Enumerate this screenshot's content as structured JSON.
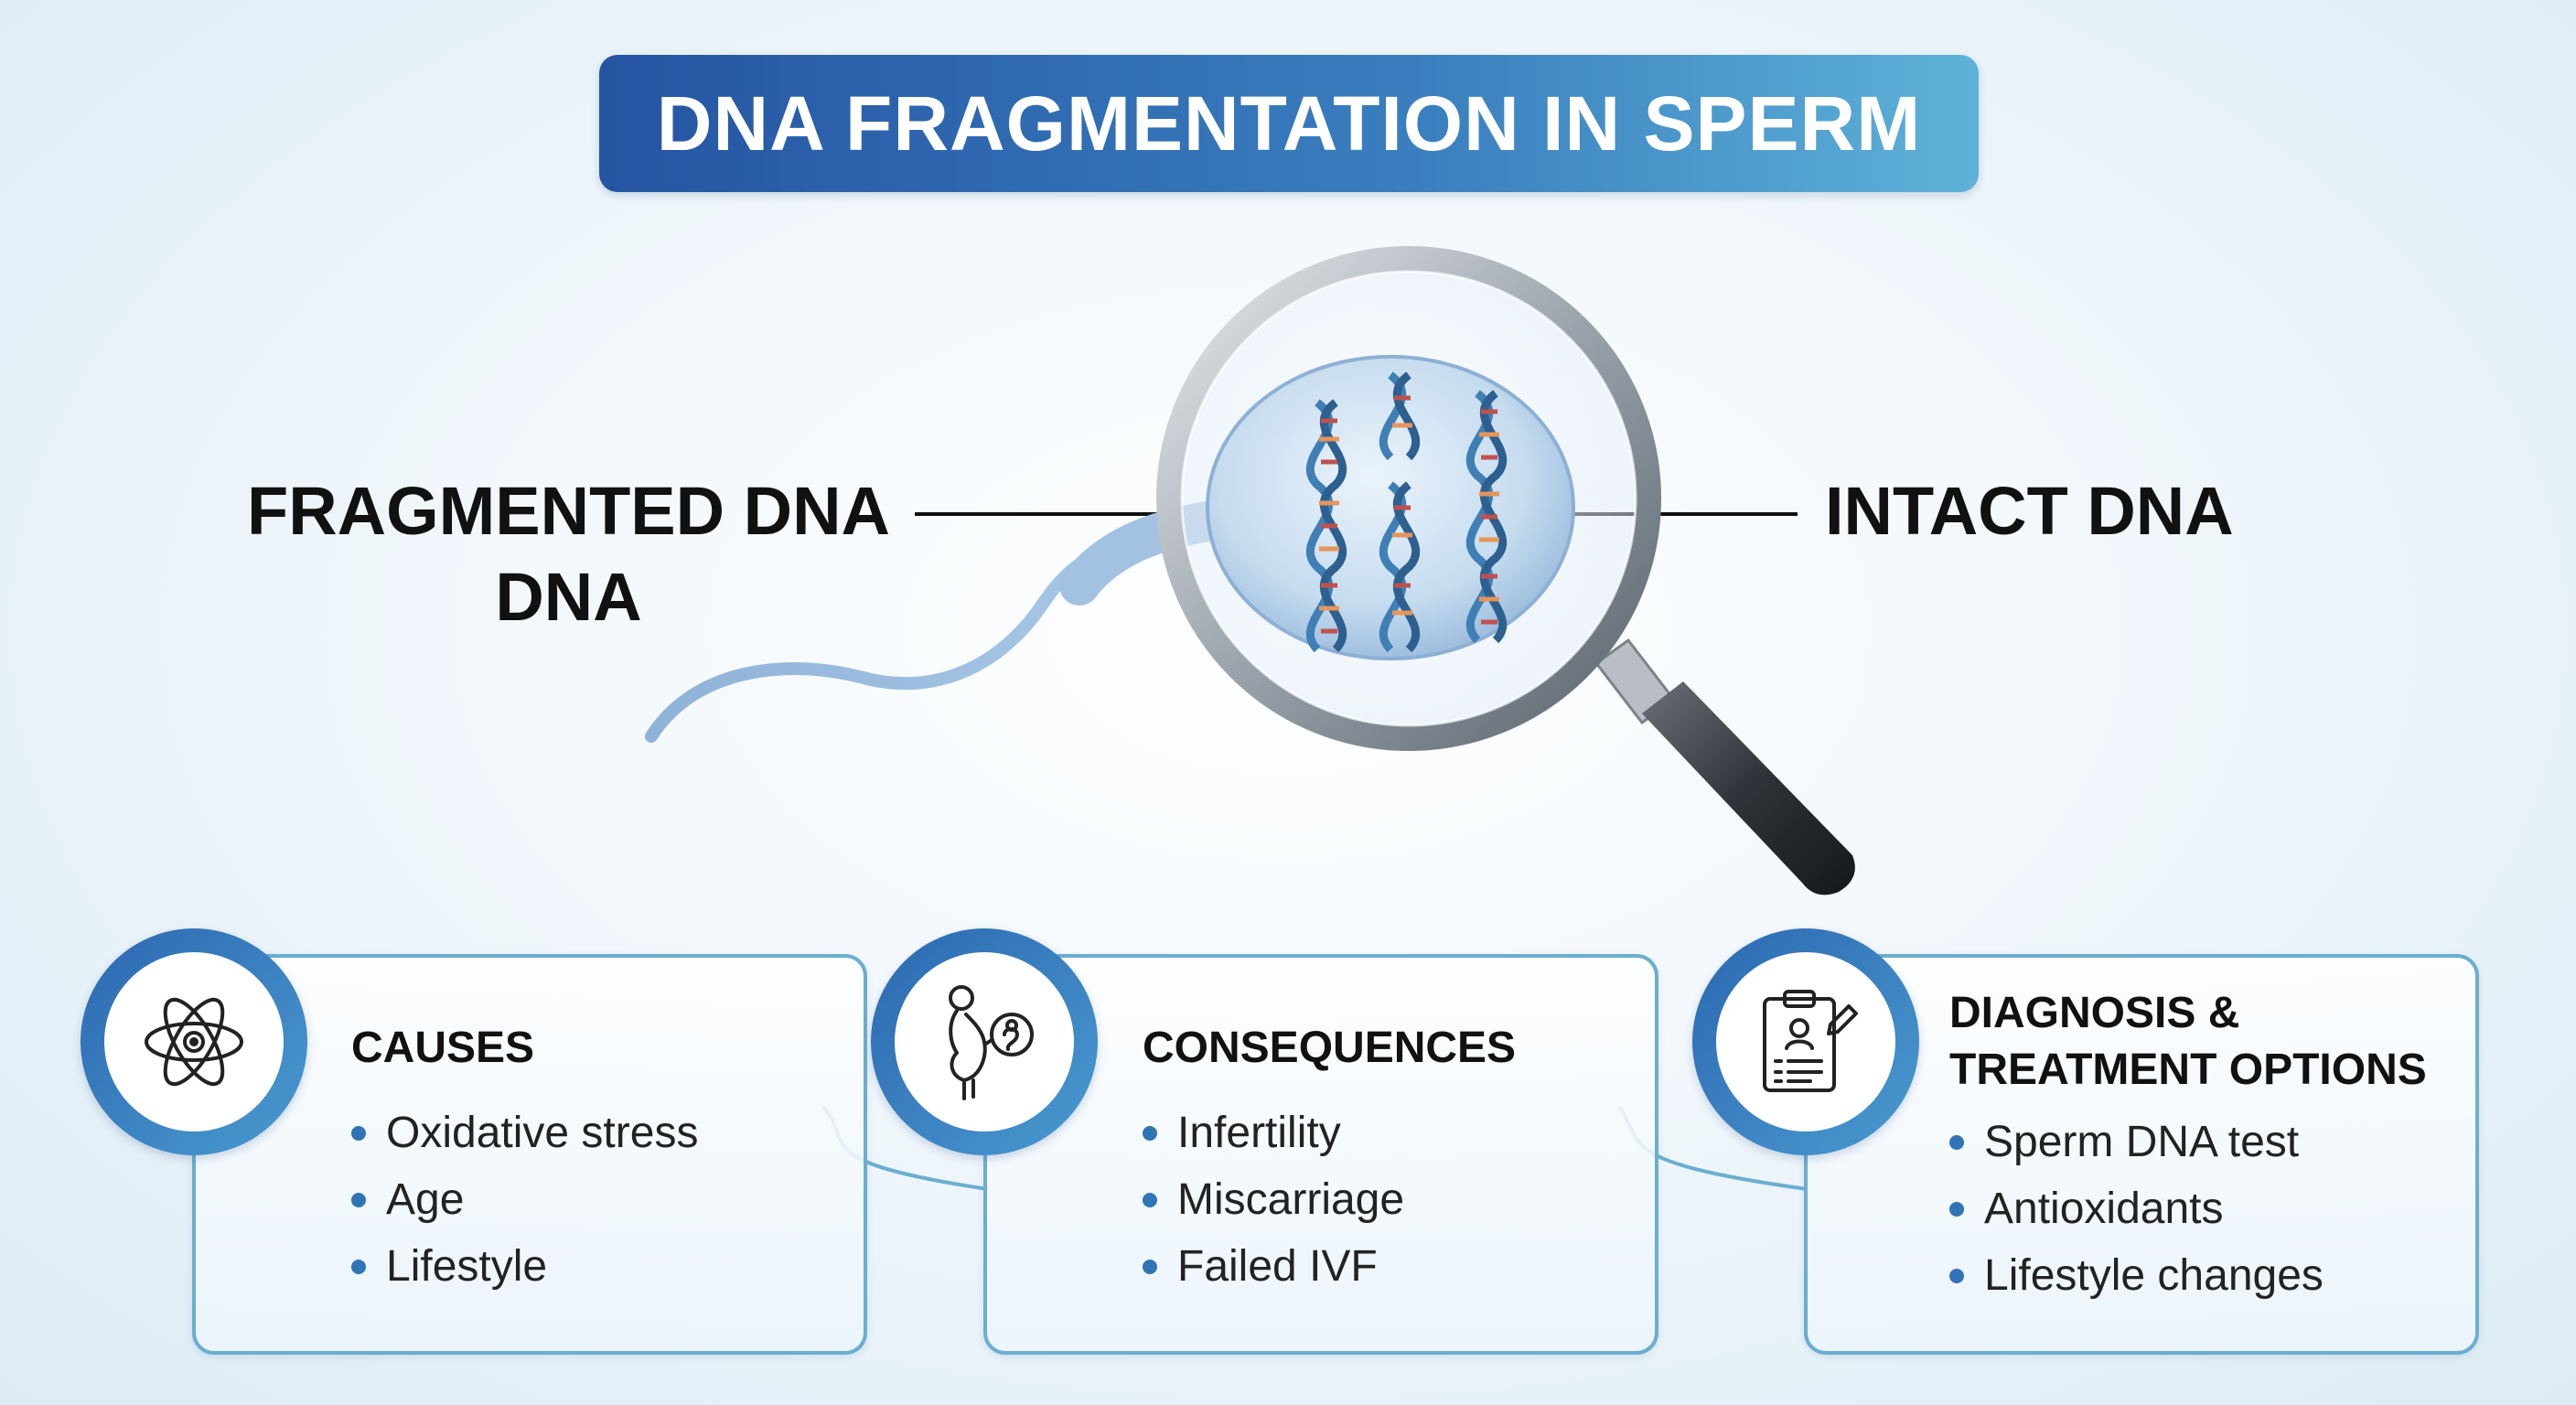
{
  "title": "DNA FRAGMENTATION IN SPERM",
  "labels": {
    "fragmented_line1": "FRAGMENTED DNA",
    "fragmented_line2": "DNA",
    "intact": "INTACT DNA"
  },
  "cards": {
    "causes": {
      "heading": "CAUSES",
      "icon": "atom-icon",
      "items": [
        "Oxidative stress",
        "Age",
        "Lifestyle"
      ]
    },
    "consequences": {
      "heading": "CONSEQUENCES",
      "icon": "pregnant-woman-icon",
      "items": [
        "Infertility",
        "Miscarriage",
        "Failed IVF"
      ]
    },
    "diagnosis": {
      "heading_line1": "DIAGNOSIS &",
      "heading_line2": "TREATMENT OPTIONS",
      "icon": "clipboard-report-icon",
      "items": [
        "Sperm DNA test",
        "Antioxidants",
        "Lifestyle changes"
      ]
    }
  },
  "colors": {
    "banner_start": "#2554a2",
    "banner_end": "#5eb2d8",
    "accent": "#2f74b5",
    "card_border": "#6aaed0",
    "dna_red": "#c0504d",
    "dna_orange": "#e8955a",
    "dna_blue": "#3f7fb5"
  }
}
